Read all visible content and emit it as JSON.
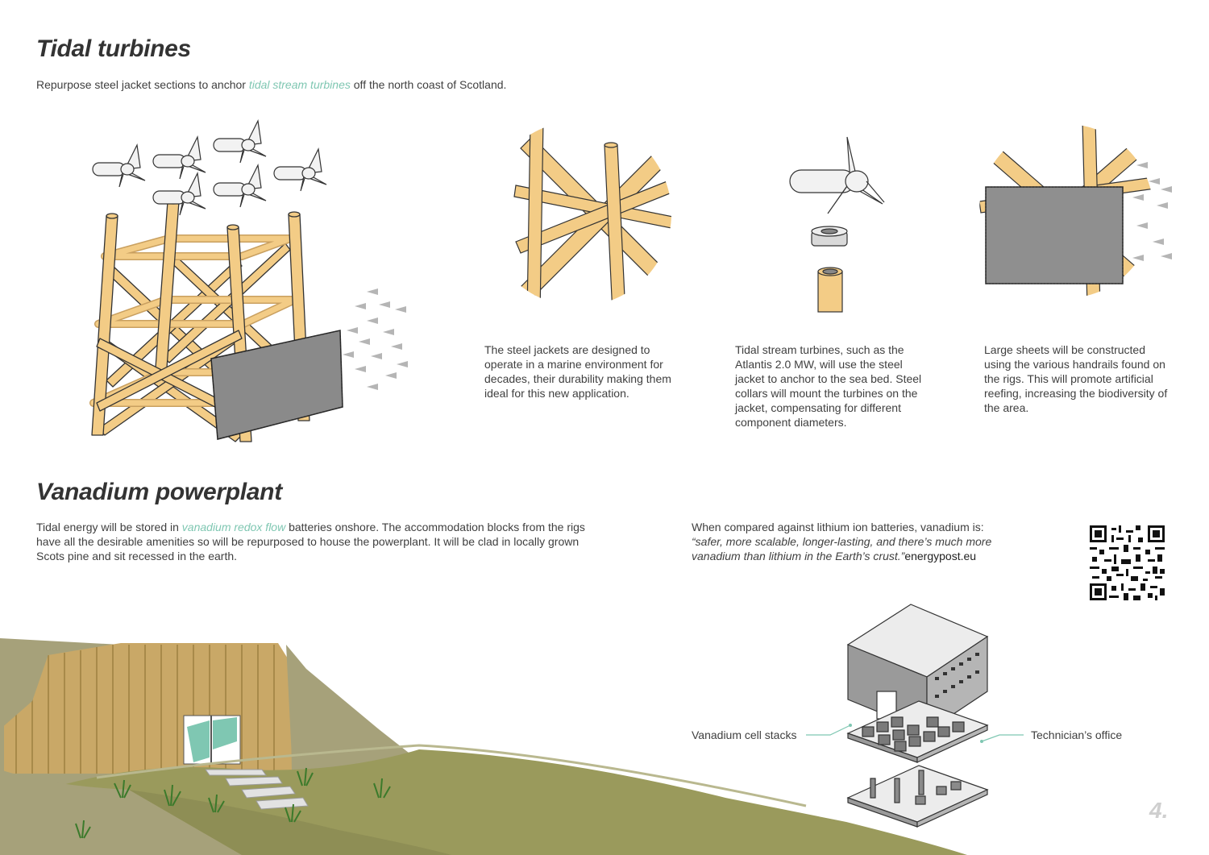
{
  "section1": {
    "title": "Tidal turbines",
    "intro_before": "Repurpose steel jacket sections to anchor ",
    "intro_highlight": "tidal stream turbines",
    "intro_after": " off the north coast of Scotland.",
    "captions": [
      "The steel jackets are designed to operate in a marine environment for decades, their durability making them ideal for this new application.",
      "Tidal stream turbines, such as the Atlantis 2.0 MW, will use the steel jacket to anchor to the sea bed. Steel collars will mount the turbines on the jacket, compensating for different component diameters.",
      "Large sheets will be constructed using the various handrails found on the rigs. This will promote artificial reefing, increasing the biodiversity of the area."
    ]
  },
  "section2": {
    "title": "Vanadium powerplant",
    "intro_before": "Tidal energy will be stored in ",
    "intro_highlight": "vanadium redox flow",
    "intro_after": " batteries onshore. The accommodation blocks from the rigs have all the desirable amenities so will be repurposed to house the powerplant. It will be clad in locally grown Scots pine and sit recessed in the earth.",
    "quote_intro": "When compared against lithium ion batteries, vanadium is:",
    "quote": "“safer, more scalable, longer-lasting, and there’s much more vanadium than lithium in the Earth’s crust.”",
    "quote_source": "energypost.eu",
    "label_left": "Vanadium cell stacks",
    "label_right": "Technician’s office"
  },
  "page_number": "4.",
  "colors": {
    "timber": "#f3cc86",
    "teal": "#7fc7b2",
    "hill": "#a6a17a",
    "grass": "#9a9a5c"
  }
}
